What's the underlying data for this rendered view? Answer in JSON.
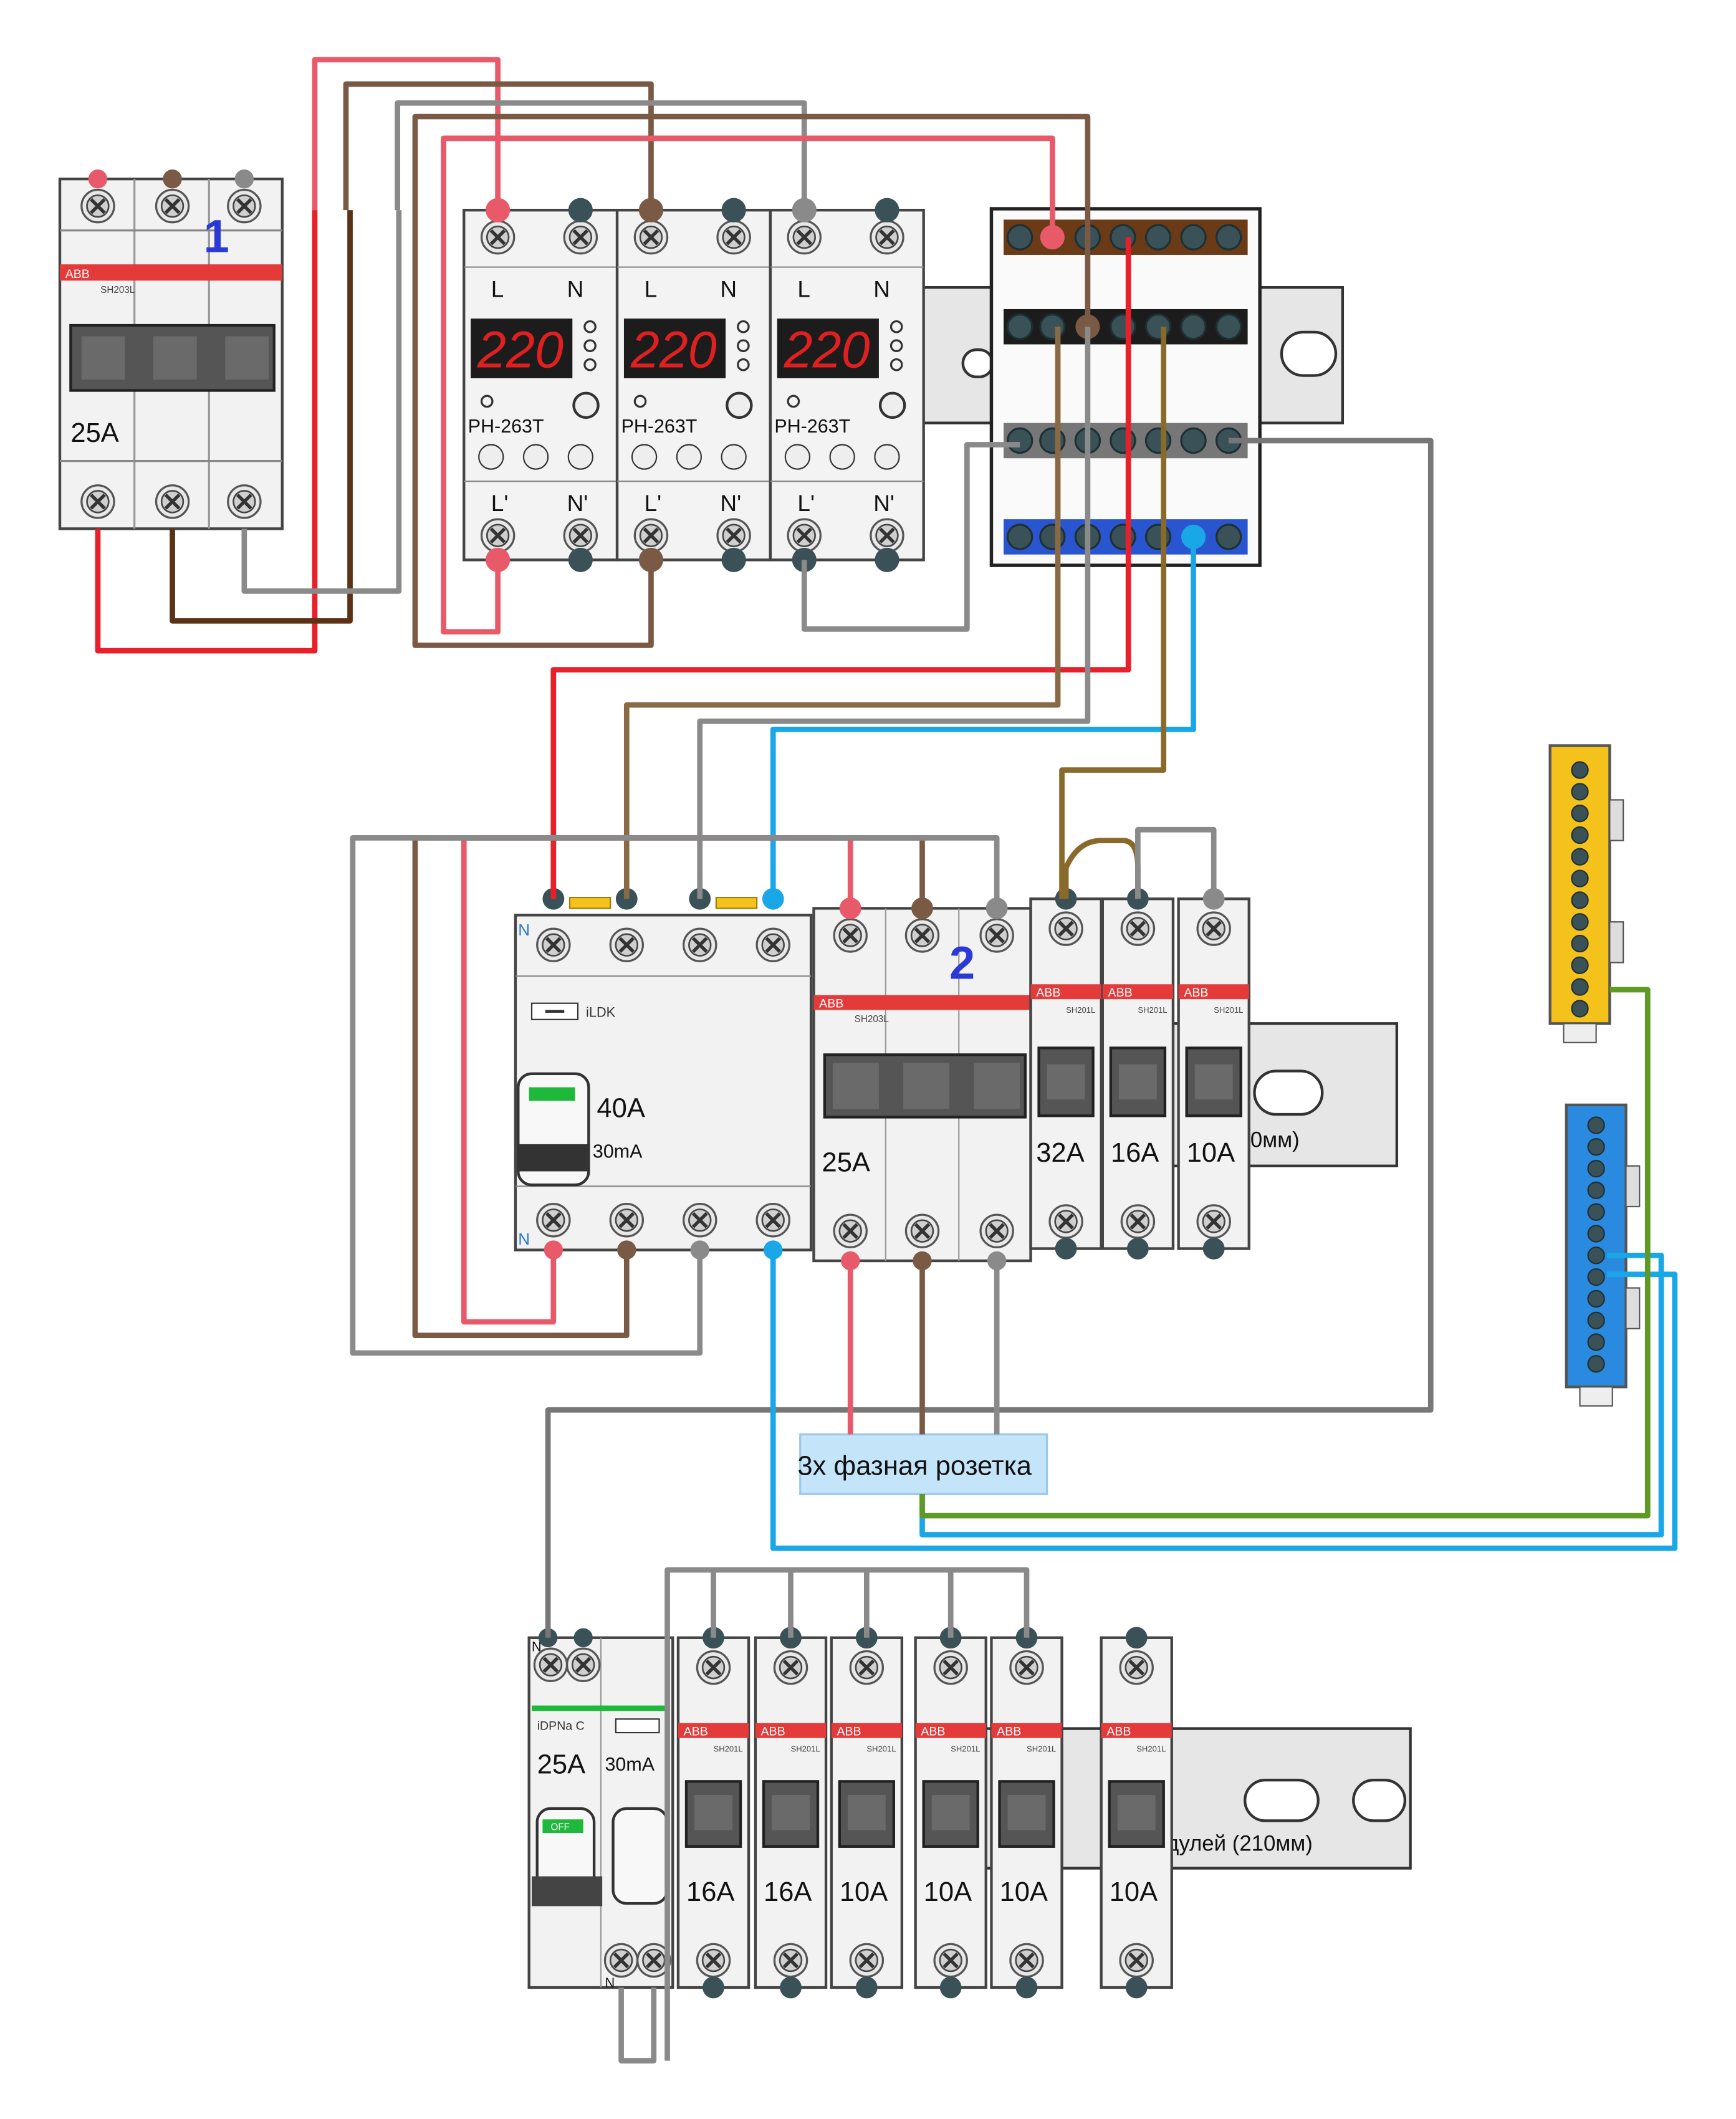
{
  "colors": {
    "L1": "#e8202a",
    "L1_light": "#e85a6a",
    "L2": "#5b3216",
    "L2_light": "#7b5a45",
    "L3": "#8a8a8a",
    "N": "#1aa7e8",
    "PE": "#5e9a24",
    "phase_bus": "#8a6a2a",
    "abb_red": "#e43a3a",
    "terminal": "#2f4f55",
    "busbar_yellow": "#f4c21a",
    "busbar_blue": "#2a8ae0",
    "socket_bg": "#c4e4fa"
  },
  "labels": {
    "number_1": "1",
    "number_2": "2",
    "socket": "3х фазная розетка",
    "rail_top": "0мм)",
    "rail_bottom": "дулей (210мм)"
  },
  "breaker_main": {
    "brand": "ABB",
    "model": "SH203L",
    "rating": "25A"
  },
  "relays": [
    {
      "display": "220",
      "model": "РН-263Т",
      "in_l": "L",
      "in_n": "N",
      "out_l": "L'",
      "out_n": "N'"
    },
    {
      "display": "220",
      "model": "РН-263Т",
      "in_l": "L",
      "in_n": "N",
      "out_l": "L'",
      "out_n": "N'"
    },
    {
      "display": "220",
      "model": "РН-263Т",
      "in_l": "L",
      "in_n": "N",
      "out_l": "L'",
      "out_n": "N'"
    }
  ],
  "rcd_main": {
    "model": "iLDK",
    "rating": "40A",
    "leakage": "30mA",
    "n_top": "N",
    "n_bottom": "N"
  },
  "breaker_3p_2": {
    "brand": "ABB",
    "model": "SH203L",
    "rating": "25A"
  },
  "breakers_row2": [
    {
      "brand": "ABB",
      "model": "SH201L",
      "rating": "32A"
    },
    {
      "brand": "ABB",
      "model": "SH201L",
      "rating": "16A"
    },
    {
      "brand": "ABB",
      "model": "SH201L",
      "rating": "10A"
    }
  ],
  "rcbo": {
    "model": "iDPNa C",
    "rating": "25A",
    "leakage": "30mA",
    "status": "OFF",
    "n_top": "N",
    "n_bottom": "N"
  },
  "breakers_row3": [
    {
      "brand": "ABB",
      "model": "SH201L",
      "rating": "16A"
    },
    {
      "brand": "ABB",
      "model": "SH201L",
      "rating": "16A"
    },
    {
      "brand": "ABB",
      "model": "SH201L",
      "rating": "10A"
    },
    {
      "brand": "ABB",
      "model": "SH201L",
      "rating": "10A"
    },
    {
      "brand": "ABB",
      "model": "SH201L",
      "rating": "10A"
    },
    {
      "brand": "ABB",
      "model": "SH201L",
      "rating": "10A"
    }
  ]
}
